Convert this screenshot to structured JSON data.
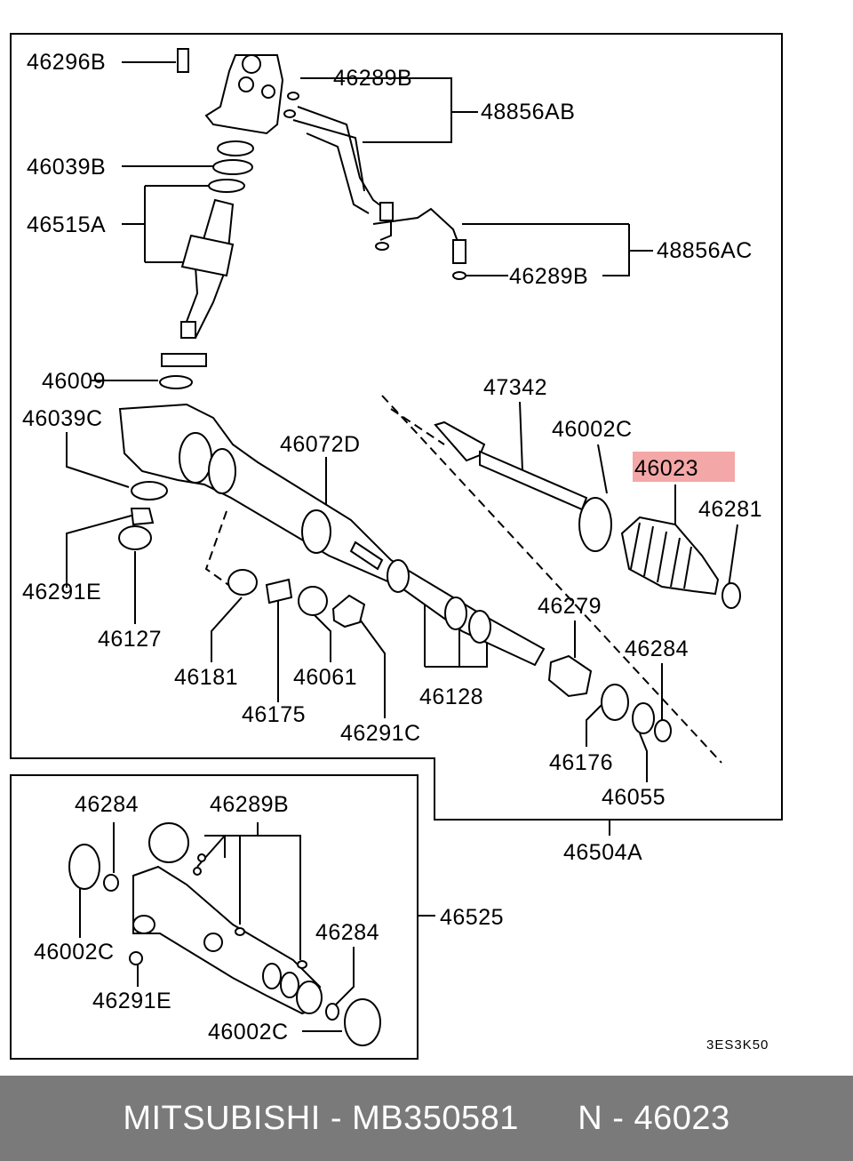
{
  "diagram": {
    "labels": {
      "l46296B": "46296B",
      "l46289B_top": "46289B",
      "l48856AB": "48856AB",
      "l46039B": "46039B",
      "l46515A": "46515A",
      "l48856AC": "48856AC",
      "l46289B_mid": "46289B",
      "l46009": "46009",
      "l47342": "47342",
      "l46039C": "46039C",
      "l46072D": "46072D",
      "l46002C_top": "46002C",
      "l46023": "46023",
      "l46281": "46281",
      "l46291E_top": "46291E",
      "l46127": "46127",
      "l46279": "46279",
      "l46284_top": "46284",
      "l46181": "46181",
      "l46061": "46061",
      "l46128": "46128",
      "l46175": "46175",
      "l46291C": "46291C",
      "l46176": "46176",
      "l46055": "46055",
      "l46504A": "46504A",
      "l46284_b1": "46284",
      "l46289B_b": "46289B",
      "l46525": "46525",
      "l46002C_b1": "46002C",
      "l46284_b2": "46284",
      "l46291E_b": "46291E",
      "l46002C_b2": "46002C",
      "code": "3ES3K50"
    },
    "highlight_color": "#f4a7a7",
    "highlight_text_color": "#d40000"
  },
  "footer": {
    "brand": "MITSUBISHI",
    "sep1": " - ",
    "part_number": "MB350581",
    "gap": "      ",
    "ref_prefix": "N",
    "sep2": " - ",
    "ref_number": "46023"
  }
}
